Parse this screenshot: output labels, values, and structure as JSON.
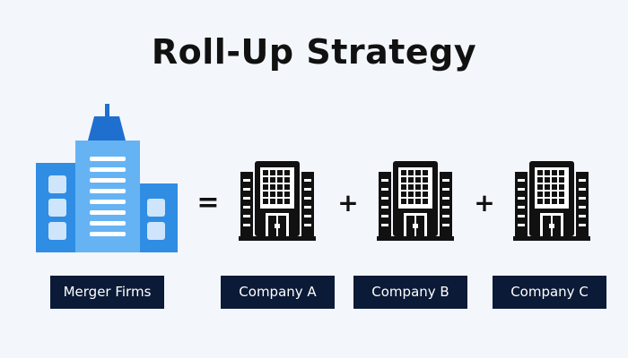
{
  "title": "Roll-Up Strategy",
  "operators": {
    "equals": "=",
    "plus": "+"
  },
  "labels": {
    "merger": "Merger Firms",
    "company_a": "Company A",
    "company_b": "Company B",
    "company_c": "Company C"
  },
  "colors": {
    "background": "#f3f7fb",
    "label_bg": "#0b1a36",
    "label_text": "#ffffff",
    "blue_light": "#66b3f4",
    "blue_main": "#2f8de4",
    "blue_dark": "#1f6fcf",
    "icon_dark": "#111111"
  },
  "icons": {
    "merger": "skyscraper-building-icon",
    "company": "office-building-icon"
  }
}
